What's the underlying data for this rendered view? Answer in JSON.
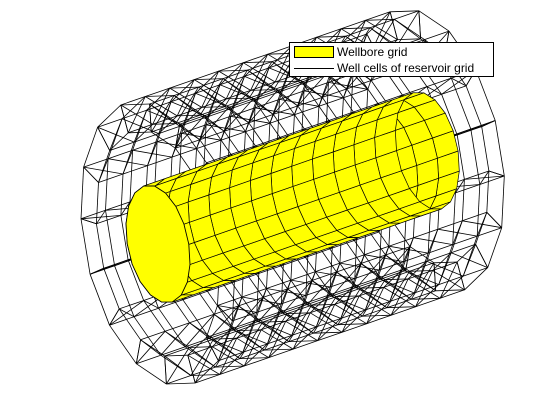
{
  "legend": {
    "entries": [
      {
        "label": "Wellbore grid",
        "kind": "patch",
        "color": "#ffff00"
      },
      {
        "label": "Well cells of reservoir grid",
        "kind": "line",
        "color": "#000000"
      }
    ]
  },
  "colors": {
    "wellbore_fill": "#ffff00",
    "wellbore_edge": "#000000",
    "reservoir_edge": "#000000",
    "background": "#ffffff"
  }
}
